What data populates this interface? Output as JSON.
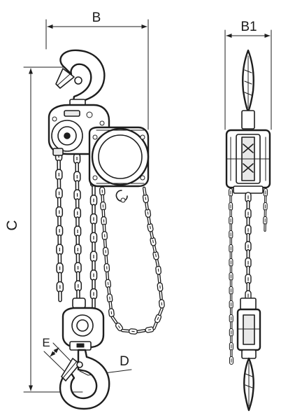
{
  "dimensions": {
    "B": "B",
    "B1": "B1",
    "C": "C",
    "D": "D",
    "E": "E"
  },
  "colors": {
    "line": "#1e1e1e",
    "background": "#ffffff",
    "fill_light": "#e9e9e9"
  },
  "icons": {
    "views": [
      "front-view-hoist",
      "side-view-hoist"
    ]
  }
}
